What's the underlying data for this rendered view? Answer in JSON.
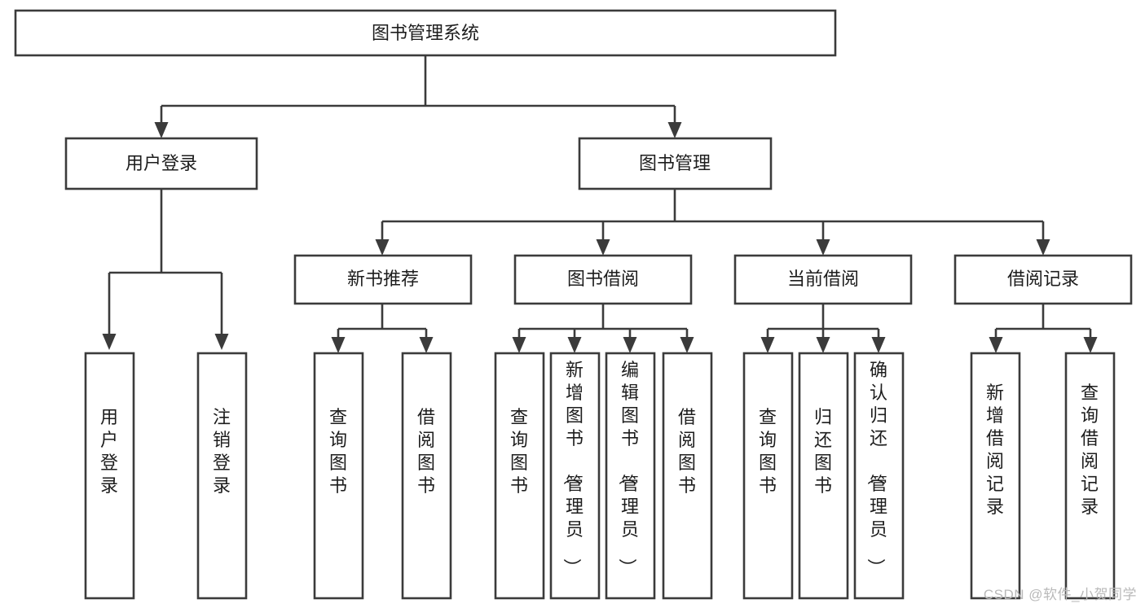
{
  "diagram": {
    "type": "tree",
    "title": "图书管理系统",
    "orientation": "top-down",
    "watermark": "CSDN @软件_小贺同学",
    "colors": {
      "stroke": "#3b3b3b",
      "fill": "#ffffff",
      "text": "#1d1d1d",
      "watermark": "#b9b9b9",
      "background": "#ffffff"
    },
    "nodes": {
      "root": {
        "label": "图书管理系统",
        "level": 0,
        "orientation": "horizontal"
      },
      "l1": [
        {
          "id": "user-login",
          "label": "用户登录",
          "level": 1,
          "orientation": "horizontal"
        },
        {
          "id": "book-manage",
          "label": "图书管理",
          "level": 1,
          "orientation": "horizontal"
        }
      ],
      "l2": [
        {
          "id": "new-book-recommend",
          "label": "新书推荐",
          "level": 2,
          "orientation": "horizontal",
          "parent": "book-manage"
        },
        {
          "id": "book-borrow",
          "label": "图书借阅",
          "level": 2,
          "orientation": "horizontal",
          "parent": "book-manage"
        },
        {
          "id": "current-borrow",
          "label": "当前借阅",
          "level": 2,
          "orientation": "horizontal",
          "parent": "book-manage"
        },
        {
          "id": "borrow-record",
          "label": "借阅记录",
          "level": 2,
          "orientation": "horizontal",
          "parent": "book-manage"
        }
      ],
      "leaves": [
        {
          "id": "leaf-user-login",
          "label": "用户登录",
          "parent": "user-login",
          "orientation": "vertical"
        },
        {
          "id": "leaf-user-logout",
          "label": "注销登录",
          "parent": "user-login",
          "orientation": "vertical"
        },
        {
          "id": "leaf-query-book-1",
          "label": "查询图书",
          "parent": "new-book-recommend",
          "orientation": "vertical"
        },
        {
          "id": "leaf-borrow-book-1",
          "label": "借阅图书",
          "parent": "new-book-recommend",
          "orientation": "vertical"
        },
        {
          "id": "leaf-query-book-2",
          "label": "查询图书",
          "parent": "book-borrow",
          "orientation": "vertical"
        },
        {
          "id": "leaf-add-book",
          "label": "新增图书（管理员）",
          "parent": "book-borrow",
          "orientation": "vertical"
        },
        {
          "id": "leaf-edit-book",
          "label": "编辑图书（管理员）",
          "parent": "book-borrow",
          "orientation": "vertical"
        },
        {
          "id": "leaf-borrow-book-2",
          "label": "借阅图书",
          "parent": "book-borrow",
          "orientation": "vertical"
        },
        {
          "id": "leaf-query-book-3",
          "label": "查询图书",
          "parent": "current-borrow",
          "orientation": "vertical"
        },
        {
          "id": "leaf-return-book",
          "label": "归还图书",
          "parent": "current-borrow",
          "orientation": "vertical"
        },
        {
          "id": "leaf-confirm-return",
          "label": "确认归还（管理员）",
          "parent": "current-borrow",
          "orientation": "vertical"
        },
        {
          "id": "leaf-add-record",
          "label": "新增借阅记录",
          "parent": "borrow-record",
          "orientation": "vertical"
        },
        {
          "id": "leaf-query-record",
          "label": "查询借阅记录",
          "parent": "borrow-record",
          "orientation": "vertical"
        }
      ]
    }
  }
}
